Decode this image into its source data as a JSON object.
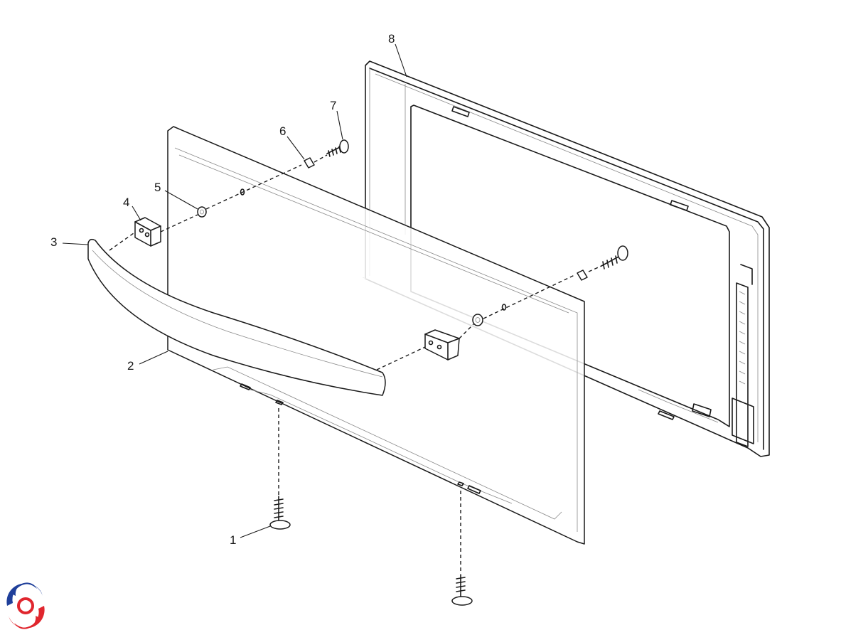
{
  "callouts": [
    {
      "id": "c1",
      "label": "1"
    },
    {
      "id": "c2",
      "label": "2"
    },
    {
      "id": "c3",
      "label": "3"
    },
    {
      "id": "c4",
      "label": "4"
    },
    {
      "id": "c5",
      "label": "5"
    },
    {
      "id": "c6",
      "label": "6"
    },
    {
      "id": "c7",
      "label": "7"
    },
    {
      "id": "c8",
      "label": "8"
    }
  ],
  "logo": {
    "icon": "swirl-logo-icon",
    "colors": [
      "#1f3f9a",
      "#e0262e"
    ]
  }
}
